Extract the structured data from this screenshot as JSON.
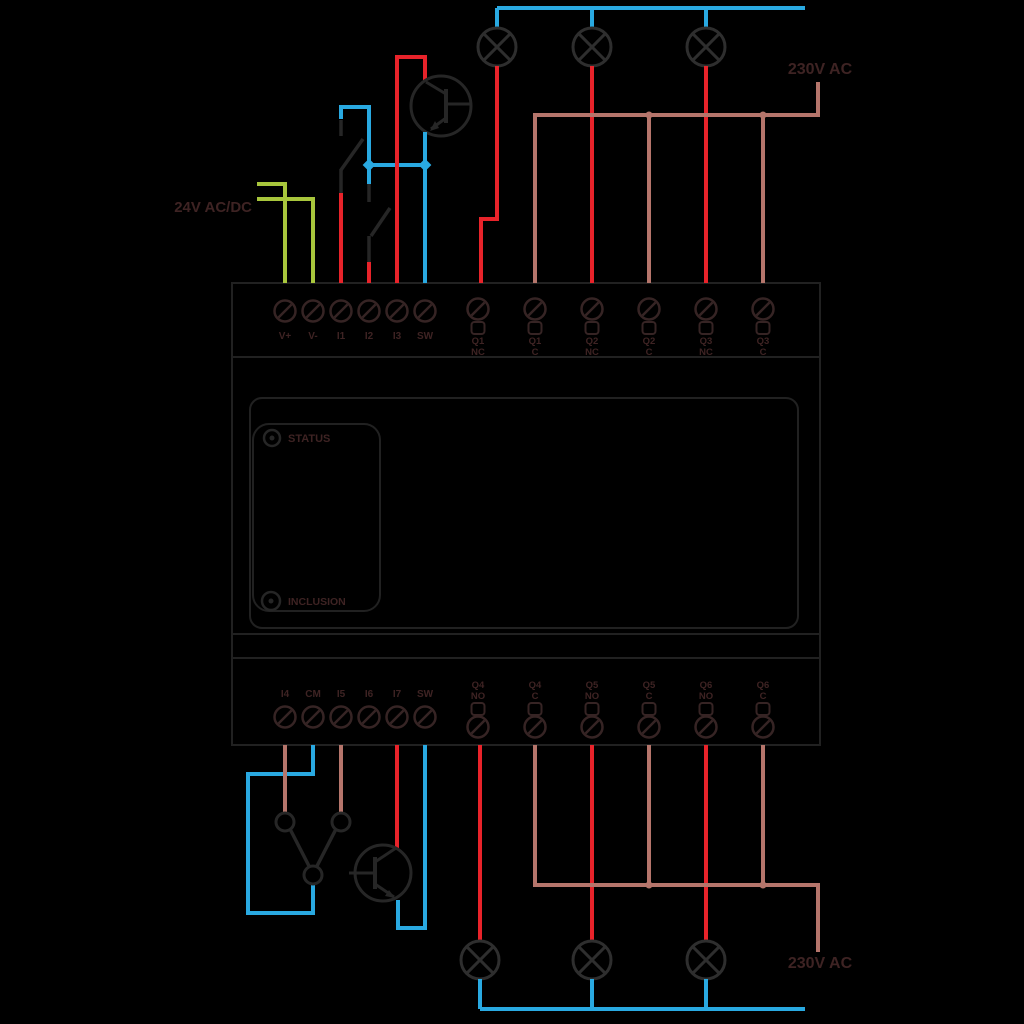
{
  "diagram_type": "relay-module-wiring-diagram",
  "labels": {
    "supply_top": "230V AC",
    "supply_bottom": "230V AC",
    "supply_left": "24V AC/DC"
  },
  "module": {
    "status_label": "STATUS",
    "inclusion_label": "INCLUSION"
  },
  "terminals": {
    "top_left": [
      "V+",
      "V-",
      "I1",
      "I2",
      "I3",
      "SW"
    ],
    "top_right": [
      {
        "name": "Q1",
        "contact": "NC"
      },
      {
        "name": "Q1",
        "contact": "C"
      },
      {
        "name": "Q2",
        "contact": "NC"
      },
      {
        "name": "Q2",
        "contact": "C"
      },
      {
        "name": "Q3",
        "contact": "NC"
      },
      {
        "name": "Q3",
        "contact": "C"
      }
    ],
    "bottom_left": [
      "I4",
      "CM",
      "I5",
      "I6",
      "I7",
      "SW"
    ],
    "bottom_right": [
      {
        "name": "Q4",
        "contact": "NO"
      },
      {
        "name": "Q4",
        "contact": "C"
      },
      {
        "name": "Q5",
        "contact": "NO"
      },
      {
        "name": "Q5",
        "contact": "C"
      },
      {
        "name": "Q6",
        "contact": "NO"
      },
      {
        "name": "Q6",
        "contact": "C"
      }
    ]
  },
  "icons": [
    "lamp-icon",
    "transistor-icon",
    "screw-terminal-icon",
    "wire-clamp-icon",
    "status-led-icon",
    "inclusion-button-icon"
  ],
  "colors": {
    "background": "#000000",
    "wire_blue": "#29a9e1",
    "wire_red": "#e8232a",
    "wire_brown": "#b5756b",
    "wire_green": "#a8c63c",
    "ink": "#262626",
    "lamp_ink": "#2e2e2e",
    "module_ink": "#212121",
    "terminal_ink": "#362424",
    "label_text": "#3e2323"
  }
}
